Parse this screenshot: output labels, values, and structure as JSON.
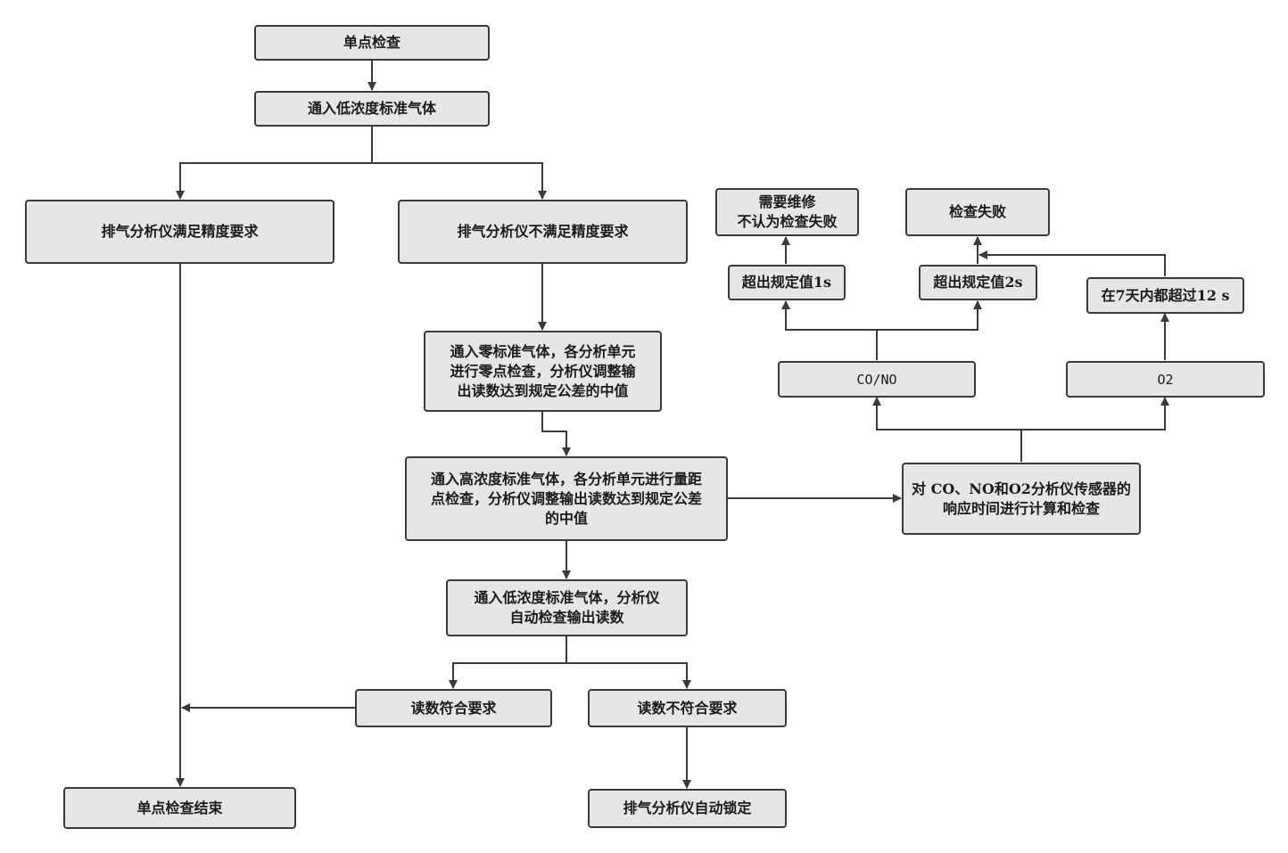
{
  "nodes": {
    "single_check": "单点检查",
    "low_gas_1": "通入低浓度标准气体",
    "meets_precision": "排气分析仪满足精度要求",
    "not_meets_precision": "排气分析仪不满足精度要求",
    "zero_gas": "通入零标准气体，各分析单元\n进行零点检查，分析仪调整输\n出读数达到规定公差的中值",
    "high_gas": "通入高浓度标准气体，各分析单元进行量距\n点检查，分析仪调整输出读数达到规定公差\n的中值",
    "low_gas_2": "通入低浓度标准气体，分析仪\n自动检查输出读数",
    "reading_ok": "读数符合要求",
    "reading_not_ok": "读数不符合要求",
    "single_check_end": "单点检查结束",
    "auto_lock": "排气分析仪自动锁定",
    "response_time": "对 CO、NO和O2分析仪传感器的\n响应时间进行计算和检查",
    "co_no": "CO/NO",
    "o2": "O2",
    "exceed_1s": "超出规定值1s",
    "exceed_2s": "超出规定值2s",
    "exceed_12s_7days": "在7天内都超过12 s",
    "need_repair": "需要维修\n不认为检查失败",
    "check_fail": "检查失败"
  },
  "colors": {
    "node_fill": "#e6e6e6",
    "node_border": "#3a3a3a",
    "connector": "#3a3a3a"
  }
}
